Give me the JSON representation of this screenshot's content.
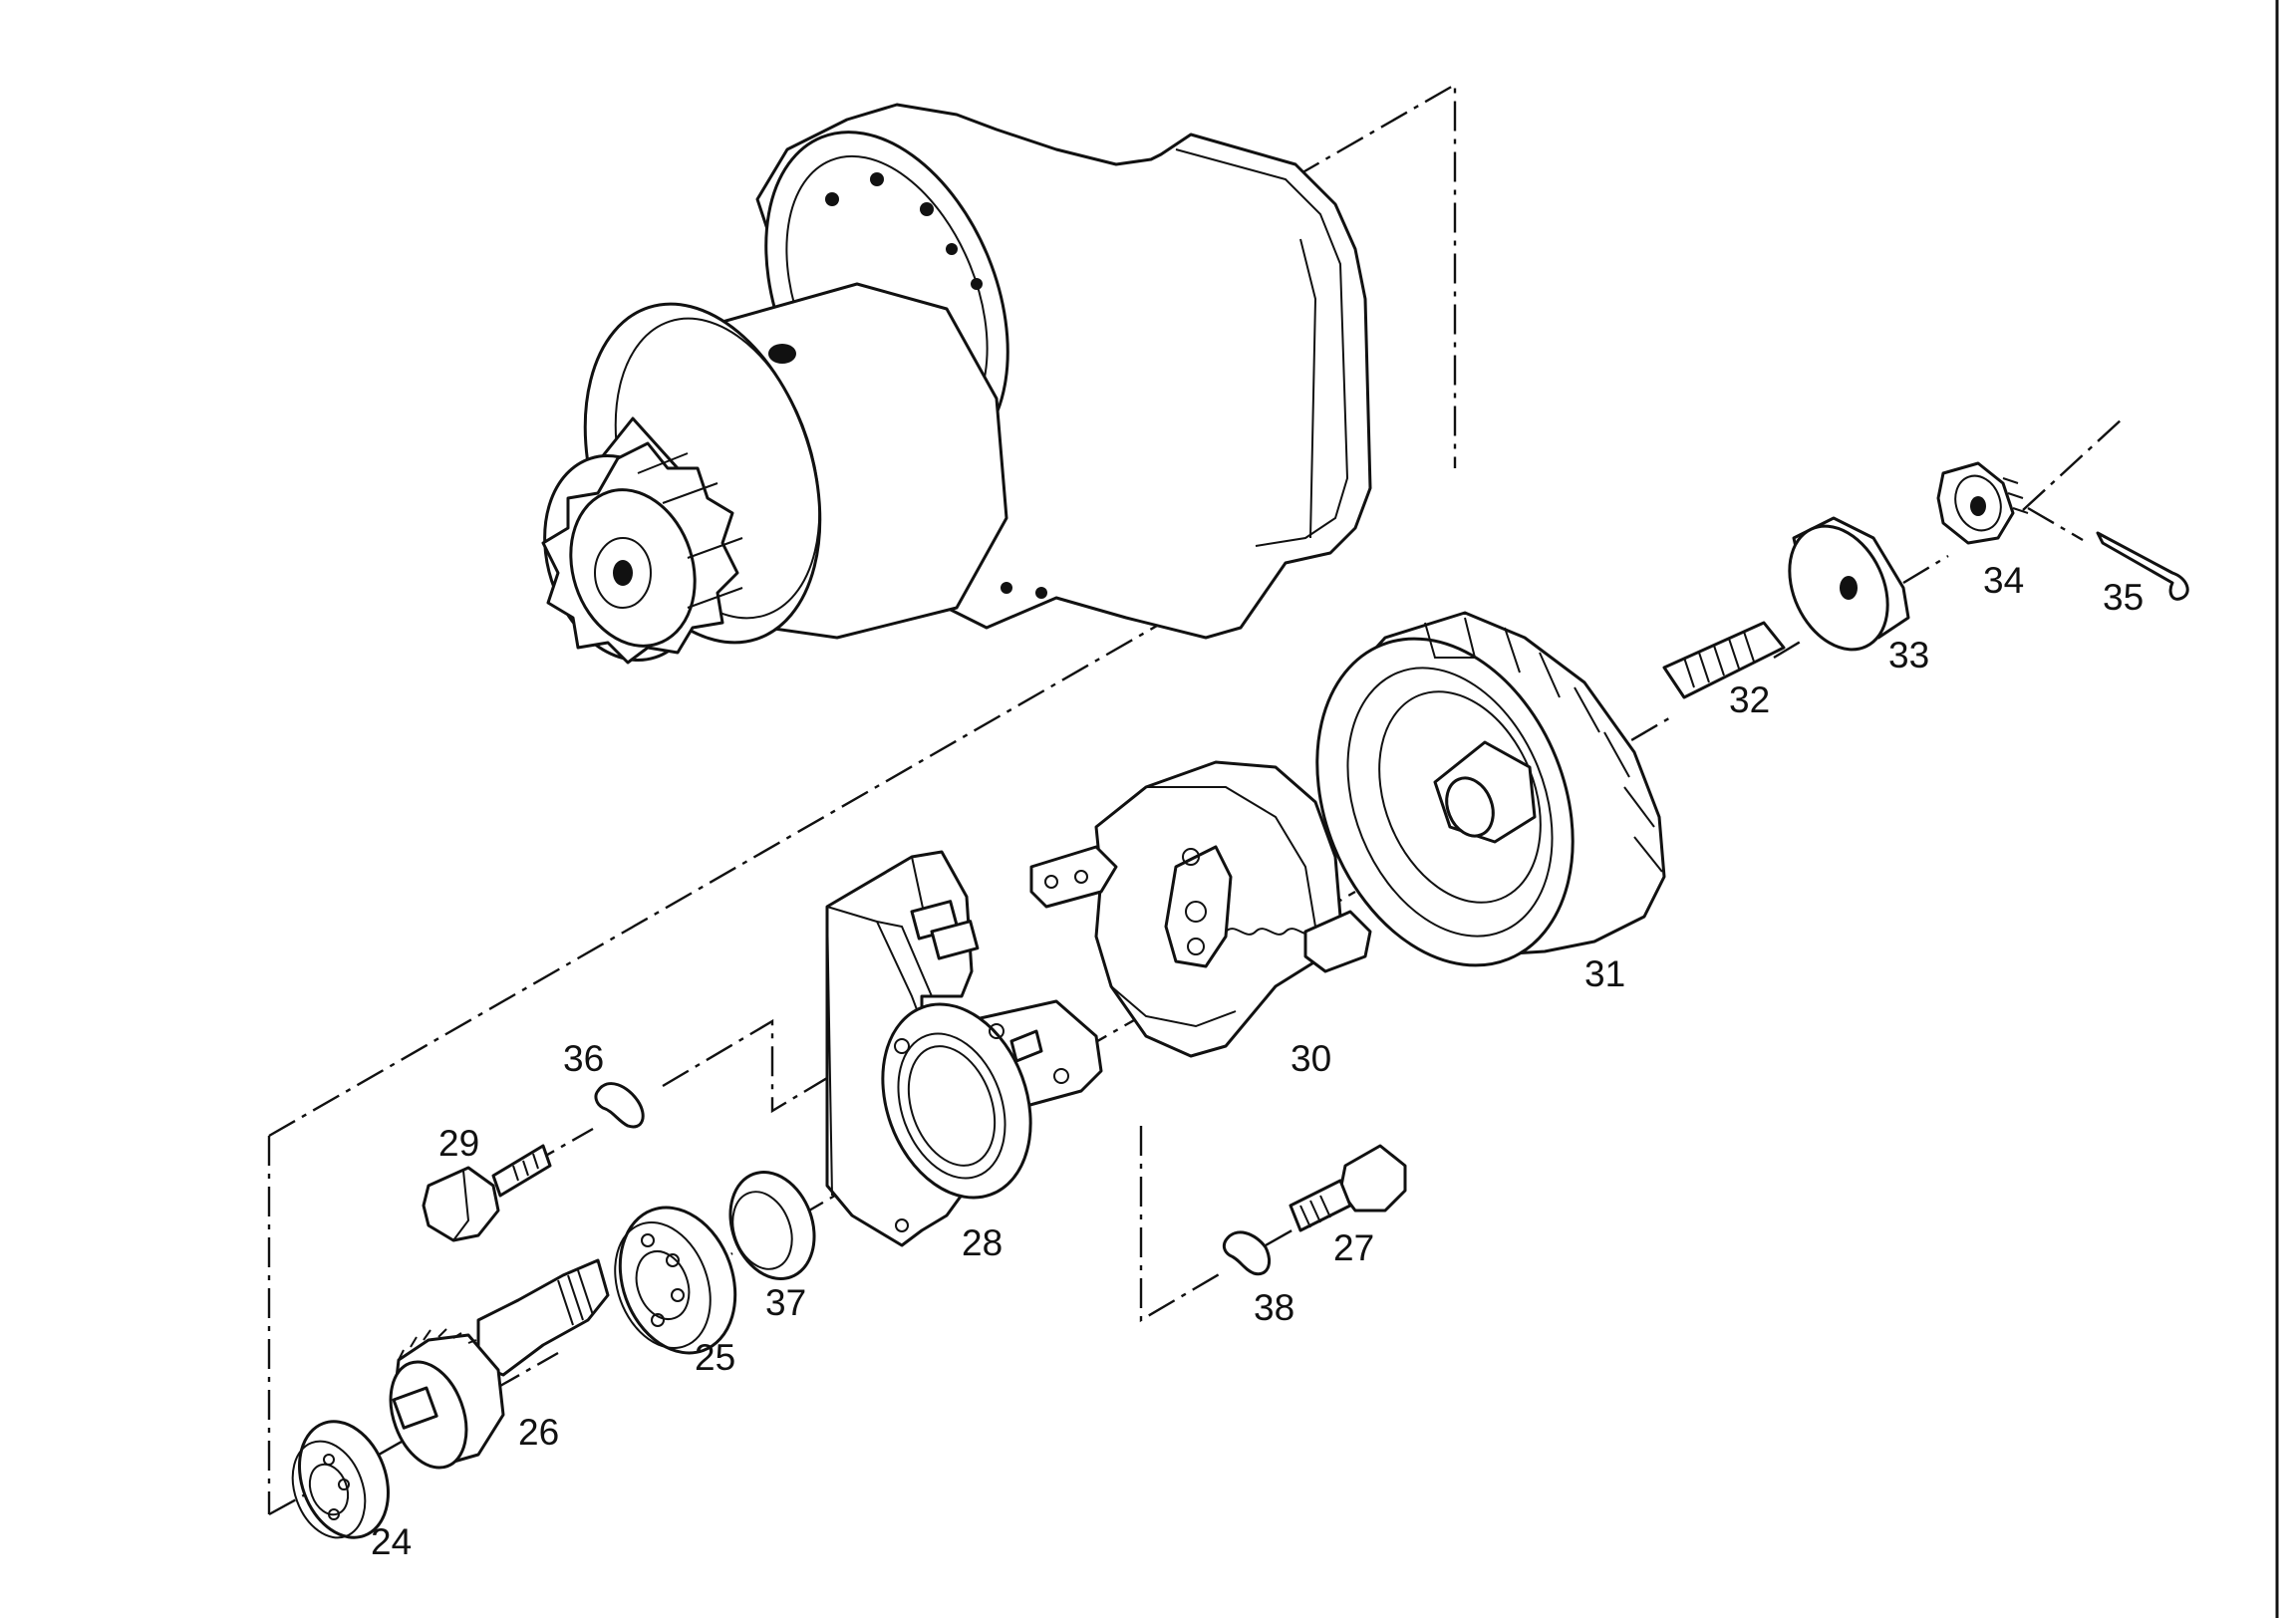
{
  "parts": [
    {
      "id": "p24",
      "label": "24"
    },
    {
      "id": "p25",
      "label": "25"
    },
    {
      "id": "p26",
      "label": "26"
    },
    {
      "id": "p27",
      "label": "27"
    },
    {
      "id": "p28",
      "label": "28"
    },
    {
      "id": "p29",
      "label": "29"
    },
    {
      "id": "p30",
      "label": "30"
    },
    {
      "id": "p31",
      "label": "31"
    },
    {
      "id": "p32",
      "label": "32"
    },
    {
      "id": "p33",
      "label": "33"
    },
    {
      "id": "p34",
      "label": "34"
    },
    {
      "id": "p35",
      "label": "35"
    },
    {
      "id": "p36",
      "label": "36"
    },
    {
      "id": "p37",
      "label": "37"
    },
    {
      "id": "p38",
      "label": "38"
    }
  ]
}
